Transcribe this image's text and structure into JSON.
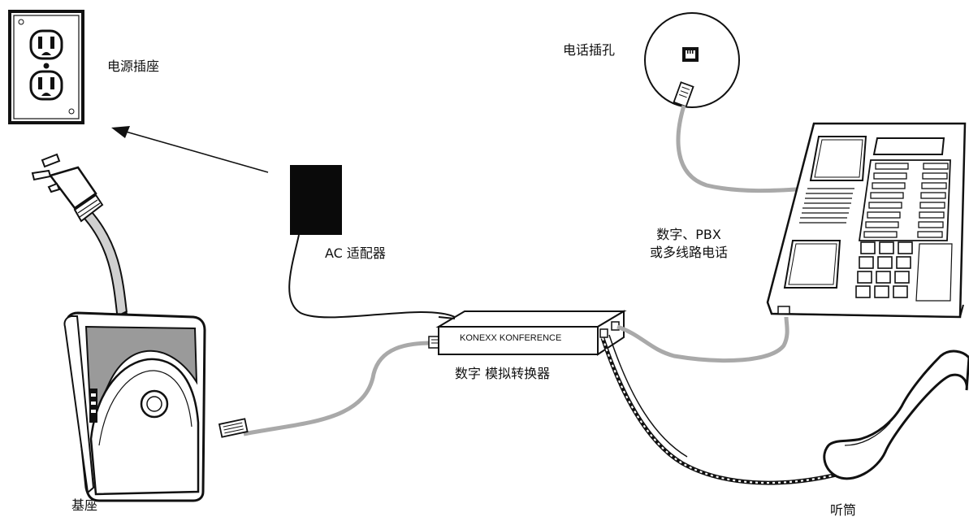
{
  "labels": {
    "power_outlet": "电源插座",
    "phone_jack": "电话插孔",
    "ac_adapter": "AC 适配器",
    "phone_line1": "数字、PBX",
    "phone_line2": "或多线路电话",
    "converter_device": "KONEXX KONFERENCE",
    "converter_label": "数字   模拟转换器",
    "base": "基座",
    "handset": "听筒"
  },
  "icons": [
    "outlet-icon",
    "power-plug-icon",
    "ac-adapter-icon",
    "phone-jack-icon",
    "rj11-plug-icon",
    "converter-box-icon",
    "desk-phone-icon",
    "base-unit-icon",
    "handset-icon",
    "arrow-icon"
  ],
  "colors": {
    "line": "#111111",
    "cable_gray": "#a9a9a9",
    "base_panel": "#9a9a9a"
  }
}
